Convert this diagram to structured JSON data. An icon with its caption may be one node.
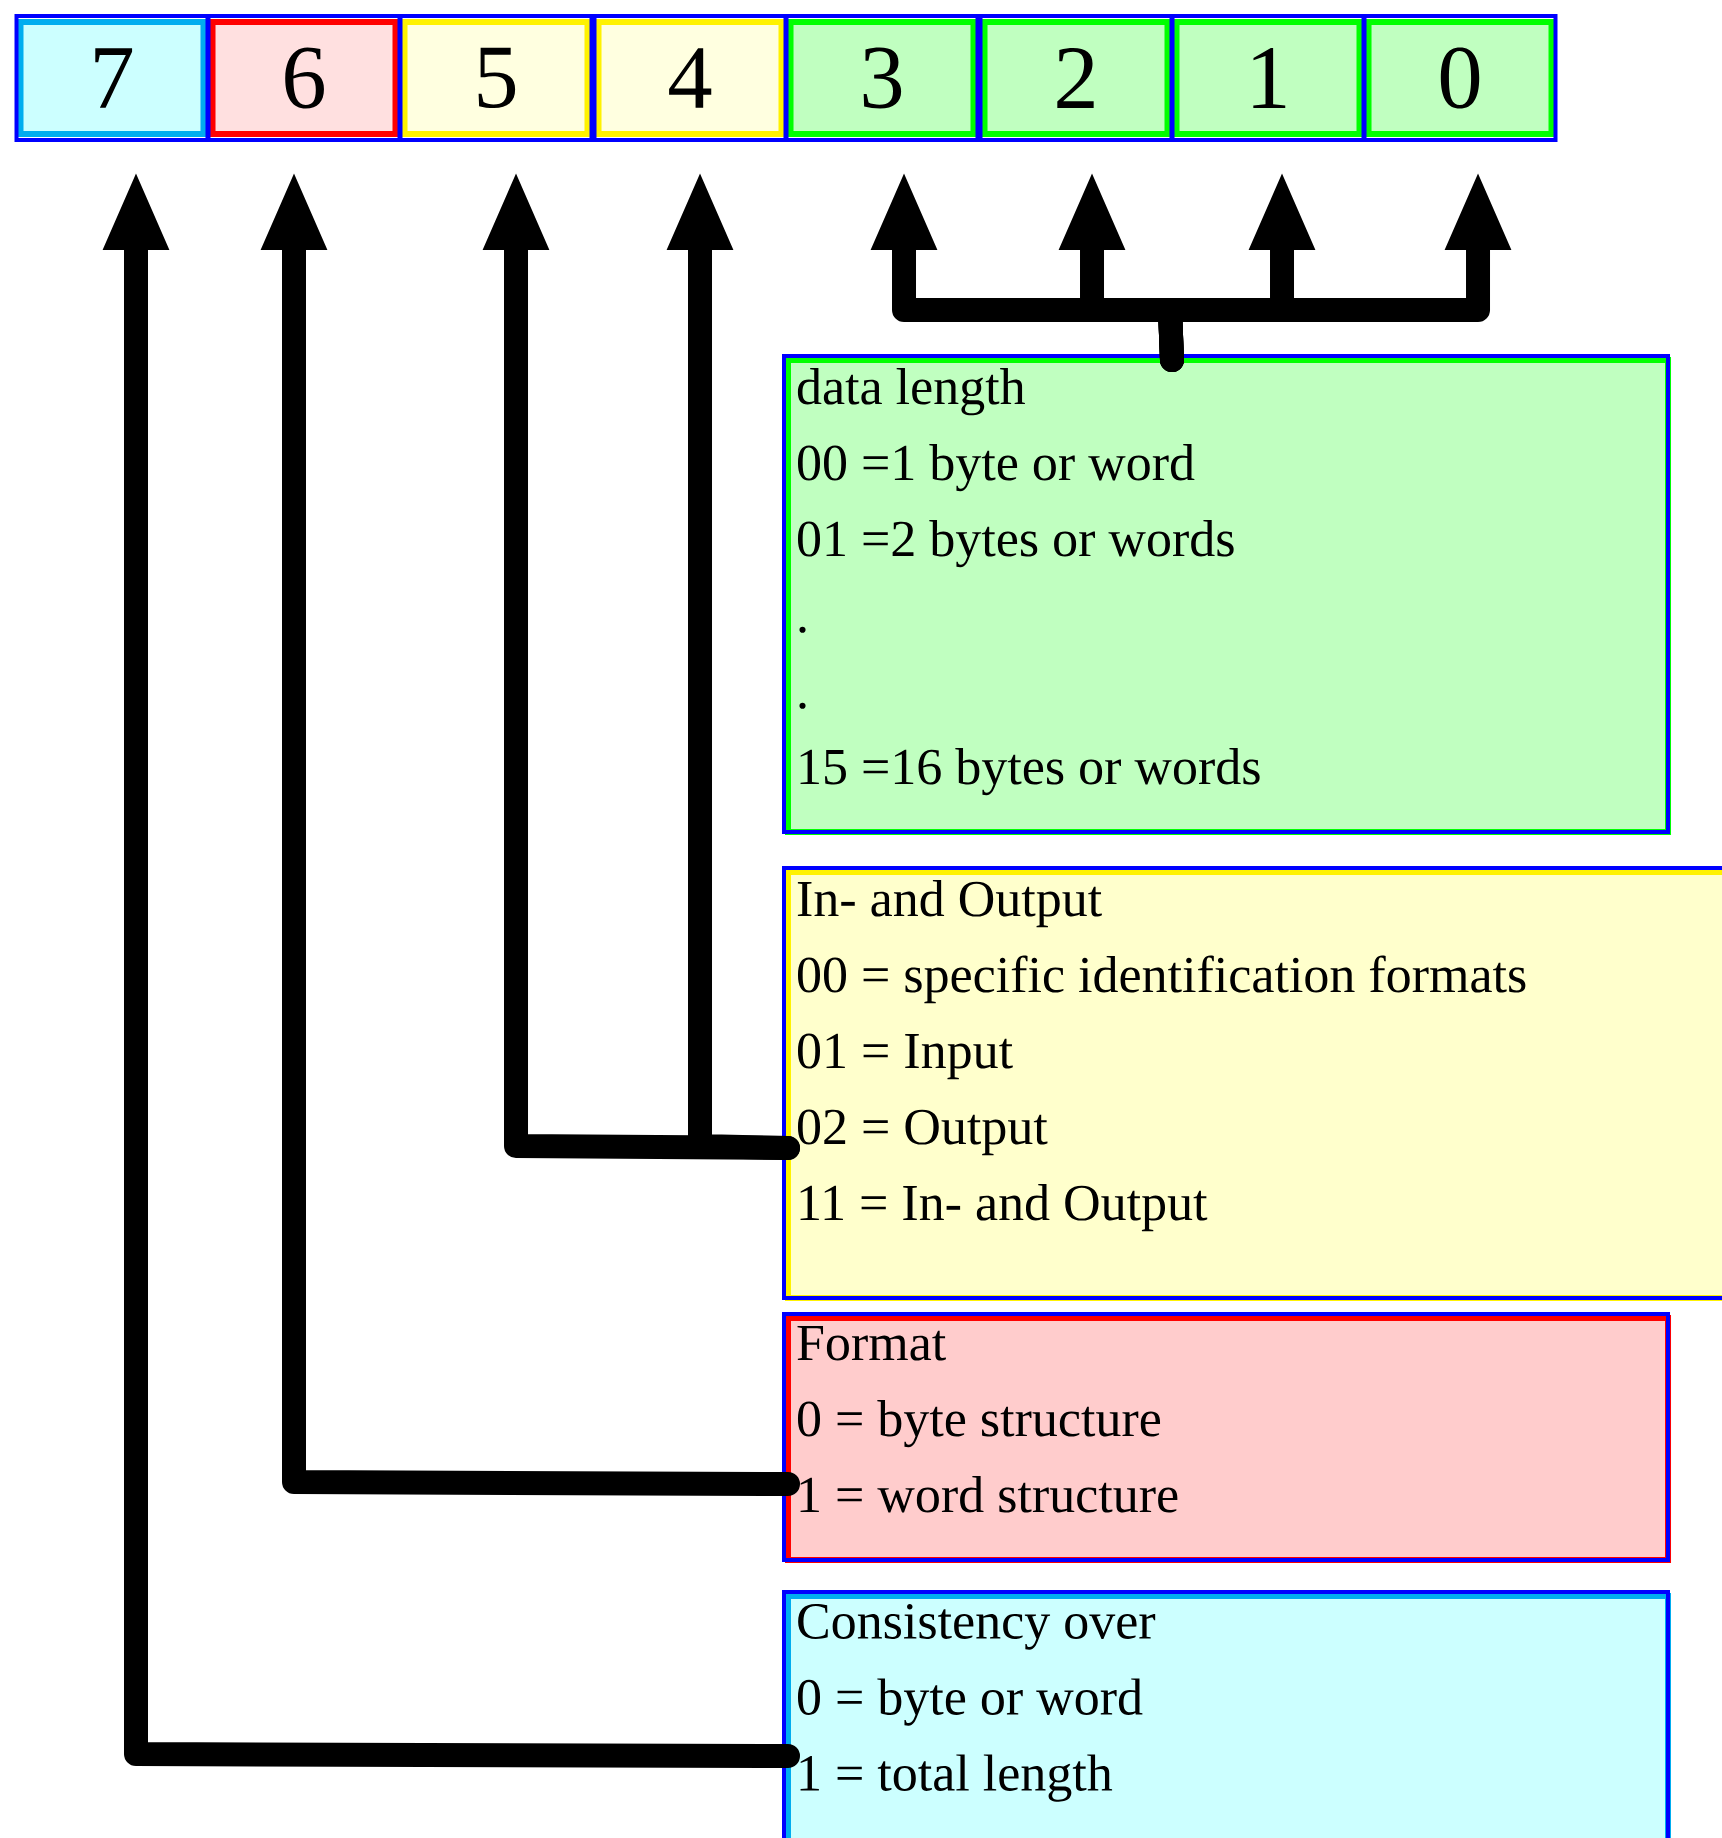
{
  "diagram": {
    "nodes": [
      {
        "text": [
          "7"
        ]
      },
      {
        "text": [
          "6"
        ]
      },
      {
        "text": [
          "5"
        ]
      },
      {
        "text": [
          "4"
        ]
      },
      {
        "text": [
          "3"
        ]
      },
      {
        "text": [
          "2"
        ]
      },
      {
        "text": [
          "1"
        ]
      },
      {
        "text": [
          "0"
        ]
      },
      {
        "text": [
          "data length",
          "00 =1 byte or word",
          "01 =2 bytes or words",
          ".",
          ".",
          "15 =16 bytes or words"
        ]
      },
      {
        "text": [
          "In- and Output",
          "00 = specific identification formats",
          "01 = Input",
          "02 = Output",
          "11 = In- and Output"
        ]
      },
      {
        "text": [
          "Format",
          "0 = byte structure",
          "1 = word structure"
        ]
      },
      {
        "text": [
          "Consistency over",
          "0 = byte or word",
          "1 = total length"
        ]
      }
    ],
    "edges": [
      {
        "from": 8,
        "to": 4,
        "arrow": "to"
      },
      {
        "from": 8,
        "to": 5,
        "arrow": "to"
      },
      {
        "from": 8,
        "to": 6,
        "arrow": "to"
      },
      {
        "from": 8,
        "to": 7,
        "arrow": "to"
      },
      {
        "from": 9,
        "to": 2,
        "arrow": "to"
      },
      {
        "from": 9,
        "to": 3,
        "arrow": "to"
      },
      {
        "from": 10,
        "to": 1,
        "arrow": "to"
      },
      {
        "from": 11,
        "to": 0,
        "arrow": "to"
      }
    ]
  }
}
